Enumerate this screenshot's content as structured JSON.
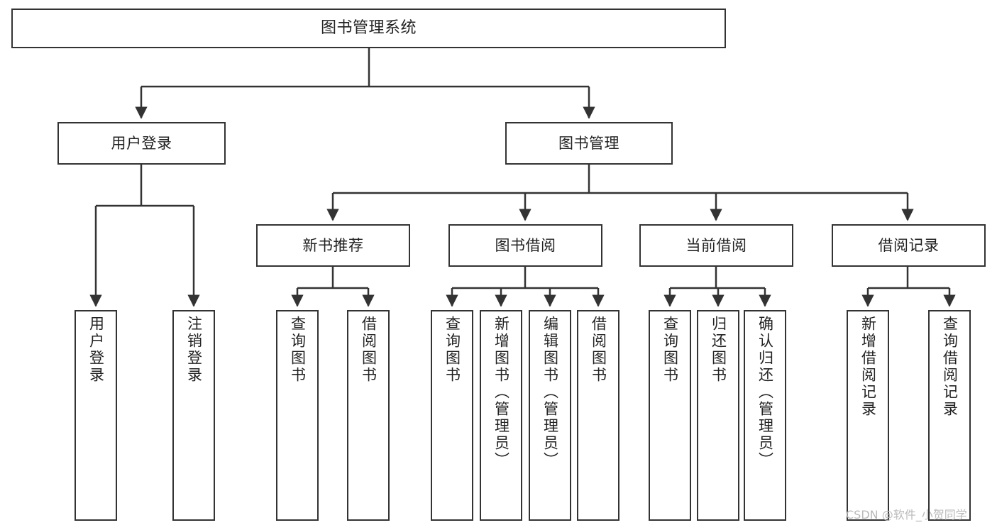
{
  "diagram": {
    "title": "图书管理系统",
    "type": "hierarchy-tree",
    "colors": {
      "box_border": "#333333",
      "box_fill": "#ffffff",
      "edge": "#333333",
      "text": "#222222",
      "watermark": "#b9b9b9",
      "background": "#ffffff"
    },
    "levels": {
      "root": {
        "label": "图书管理系统"
      },
      "level2": [
        {
          "label": "用户登录"
        },
        {
          "label": "图书管理"
        }
      ],
      "level3": [
        {
          "label": "新书推荐"
        },
        {
          "label": "图书借阅"
        },
        {
          "label": "当前借阅"
        },
        {
          "label": "借阅记录"
        }
      ],
      "leaves": {
        "user_login": [
          {
            "label": "用户登录"
          },
          {
            "label": "注销登录"
          }
        ],
        "new_book_recommend": [
          {
            "label": "查询图书"
          },
          {
            "label": "借阅图书"
          }
        ],
        "book_borrow": [
          {
            "label": "查询图书"
          },
          {
            "label": "新增图书（管理员）"
          },
          {
            "label": "编辑图书（管理员）"
          },
          {
            "label": "借阅图书"
          }
        ],
        "current_borrow": [
          {
            "label": "查询图书"
          },
          {
            "label": "归还图书"
          },
          {
            "label": "确认归还（管理员）"
          }
        ],
        "borrow_record": [
          {
            "label": "新增借阅记录"
          },
          {
            "label": "查询借阅记录"
          }
        ]
      }
    },
    "watermark": "CSDN @软件_小贺同学"
  }
}
